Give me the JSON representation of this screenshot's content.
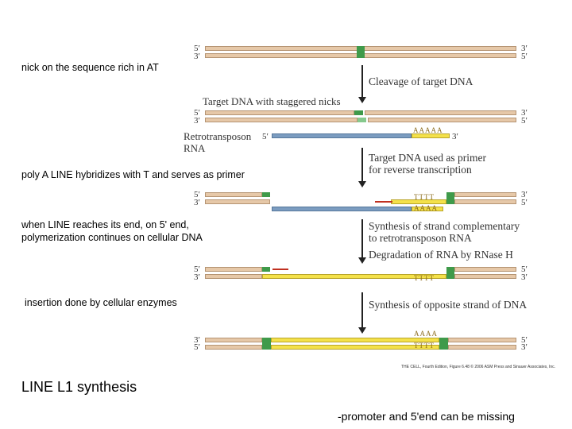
{
  "annotations": {
    "nick": "nick on the sequence rich in AT",
    "polyA": "poly A LINE hybridizes with T and serves as primer",
    "line_end_1": "when LINE reaches its end, on 5' end,",
    "line_end_2": "polymerization continues on cellular DNA",
    "insertion": "insertion done by cellular enzymes"
  },
  "diagram": {
    "ends": {
      "five": "5′",
      "three": "3′"
    },
    "labels": {
      "target_dna": "Target DNA with staggered nicks",
      "retro_1": "Retrotransposon",
      "retro_2": "RNA",
      "polyA_seq": "AAAAA",
      "poly_T": "TTTT",
      "poly_A": "AAAA"
    },
    "steps": {
      "cleavage": "Cleavage of target DNA",
      "primer_1": "Target DNA used as primer",
      "primer_2": "for reverse transcription",
      "synth_1": "Synthesis of strand complementary",
      "synth_2": "to retrotransposon RNA",
      "degrade": "Degradation of RNA by RNase H",
      "opposite": "Synthesis of opposite strand of DNA"
    },
    "credit": "THE CELL, Fourth Edition, Figure 6.48 © 2006 ASM Press and Sinauer Associates, Inc."
  },
  "caption": "LINE L1 synthesis",
  "footer": "-promoter and 5'end can be missing",
  "colors": {
    "target_dna": "#e6c8a8",
    "rna": "#7b9cc0",
    "new_dna": "#f4e14a",
    "target_site": "#3f9a4a"
  }
}
